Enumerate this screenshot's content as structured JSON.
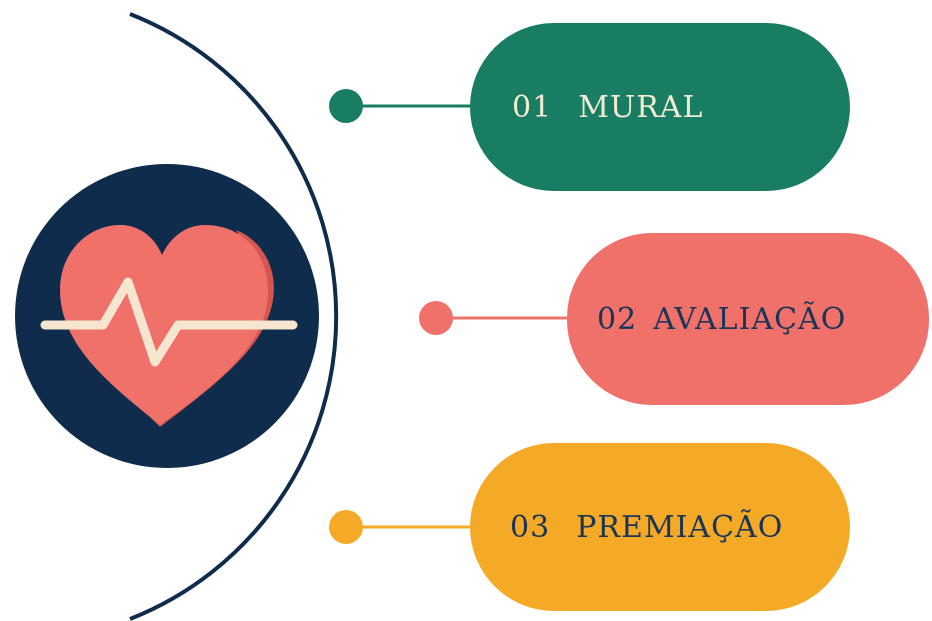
{
  "colors": {
    "navy": "#0f2c4d",
    "green": "#187d62",
    "coral": "#f0706a",
    "amber": "#f5aa27",
    "heart": "#f0706a",
    "heart_shadow": "#d5564f",
    "pulse": "#f6e6cf",
    "text_light": "#f3ead2",
    "text_dark": "#1c3557"
  },
  "center_icon": {
    "icon": "heart-pulse-icon"
  },
  "items": [
    {
      "number": "01",
      "label": "MURAL",
      "color": "#187d62",
      "text_color": "#f3ead2"
    },
    {
      "number": "02",
      "label": "AVALIAÇÃO",
      "color": "#f0706a",
      "text_color": "#1c3557"
    },
    {
      "number": "03",
      "label": "PREMIAÇÃO",
      "color": "#f5aa27",
      "text_color": "#1c3557"
    }
  ]
}
